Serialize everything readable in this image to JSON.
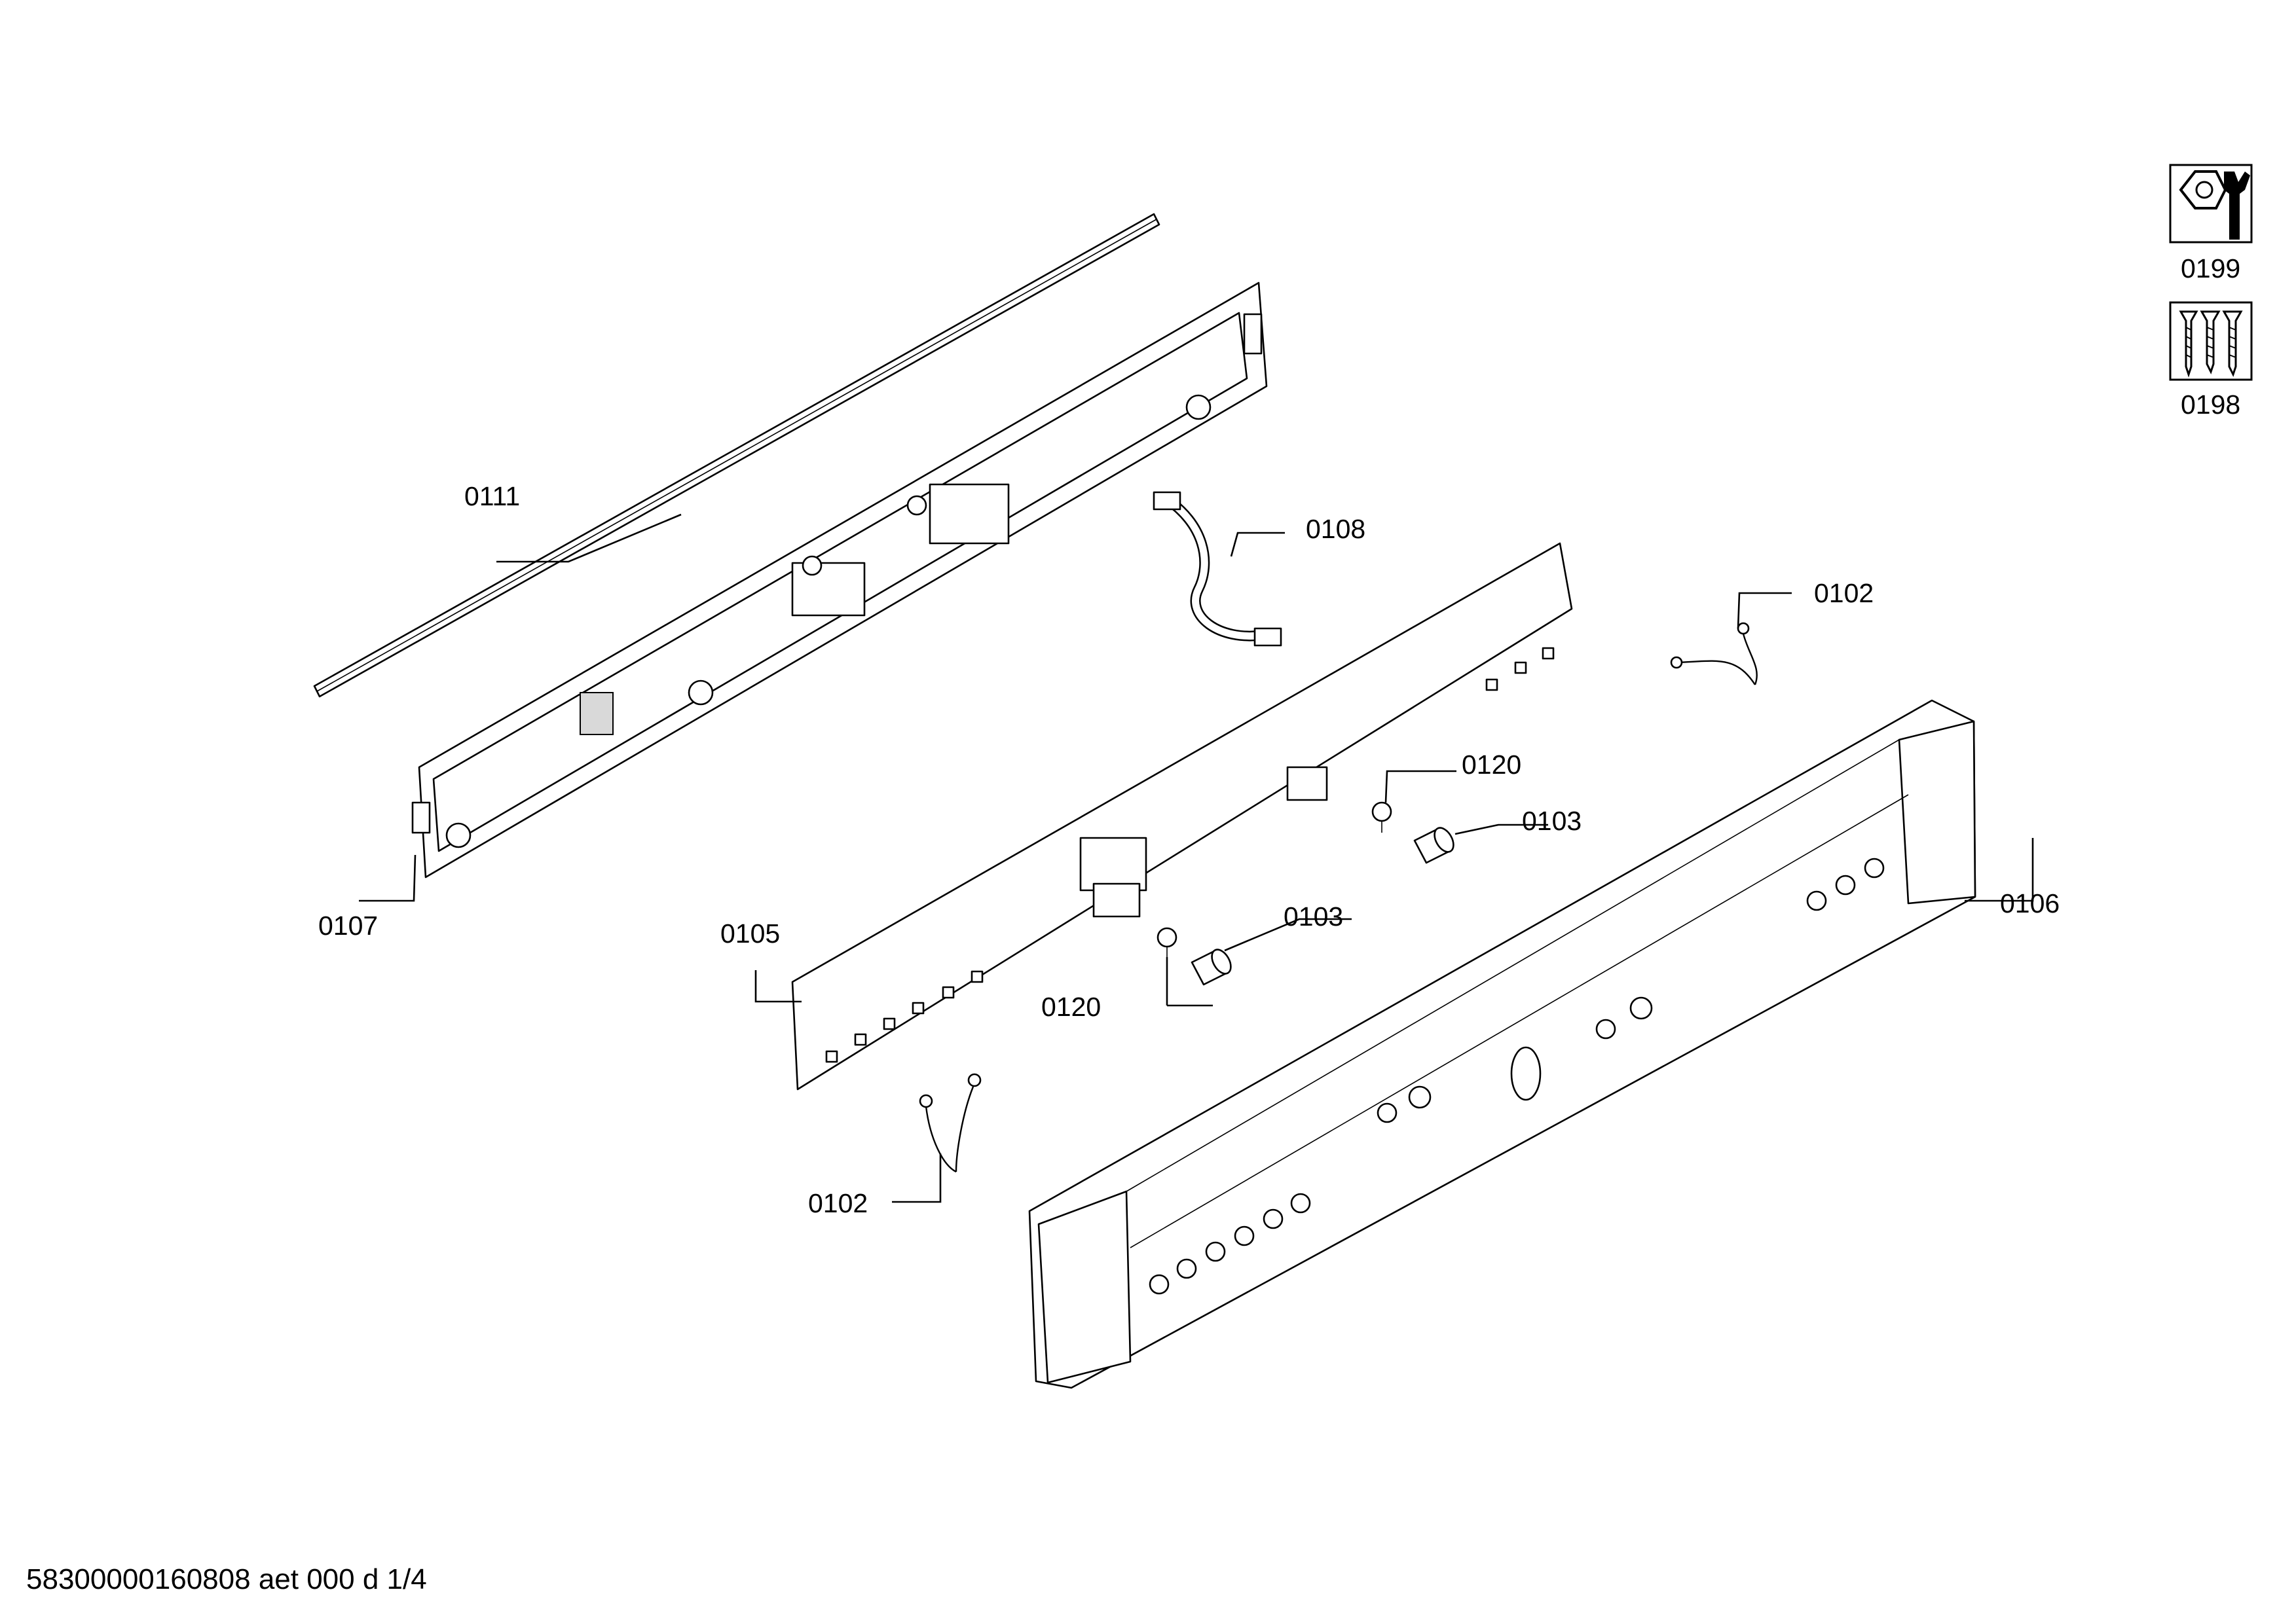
{
  "callouts": {
    "p0111": "0111",
    "p0107": "0107",
    "p0108": "0108",
    "p0105": "0105",
    "p0102_top": "0102",
    "p0102_bottom": "0102",
    "p0120_top": "0120",
    "p0120_bottom": "0120",
    "p0103_top": "0103",
    "p0103_bottom": "0103",
    "p0106": "0106",
    "p0199": "0199",
    "p0198": "0198"
  },
  "icons": {
    "p0199": "nut-and-wrench-icon",
    "p0198": "screws-icon"
  },
  "footer": {
    "document_code": "58300000160808 aet 000 d 1/4"
  }
}
